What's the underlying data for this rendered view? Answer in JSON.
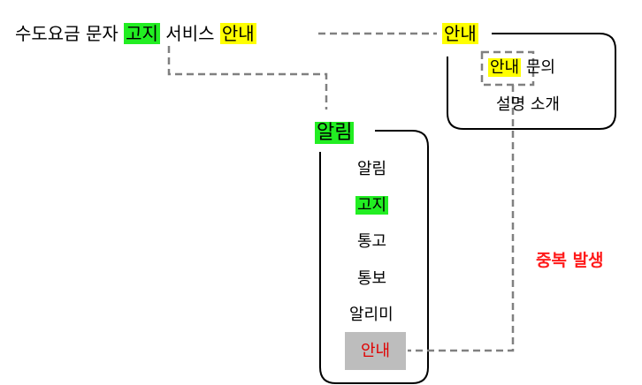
{
  "title": {
    "part1": "수도요금 문자",
    "gosi": "고지",
    "part2": "서비스",
    "annae": "안내"
  },
  "annae_box": {
    "label": "안내",
    "item1_highlight": "안내",
    "item1_rest": "문의",
    "item2": "설명 소개"
  },
  "allim_box": {
    "label": "알림",
    "items": [
      "알림",
      "고지",
      "통고",
      "통보",
      "알리미",
      "안내"
    ]
  },
  "note": "중복 발생",
  "colors": {
    "green_highlight": "#22ee22",
    "yellow_highlight": "#ffff00",
    "grey_highlight": "#bdbdbd",
    "note_red": "#ff1a1a",
    "dashed_line": "#808080"
  }
}
